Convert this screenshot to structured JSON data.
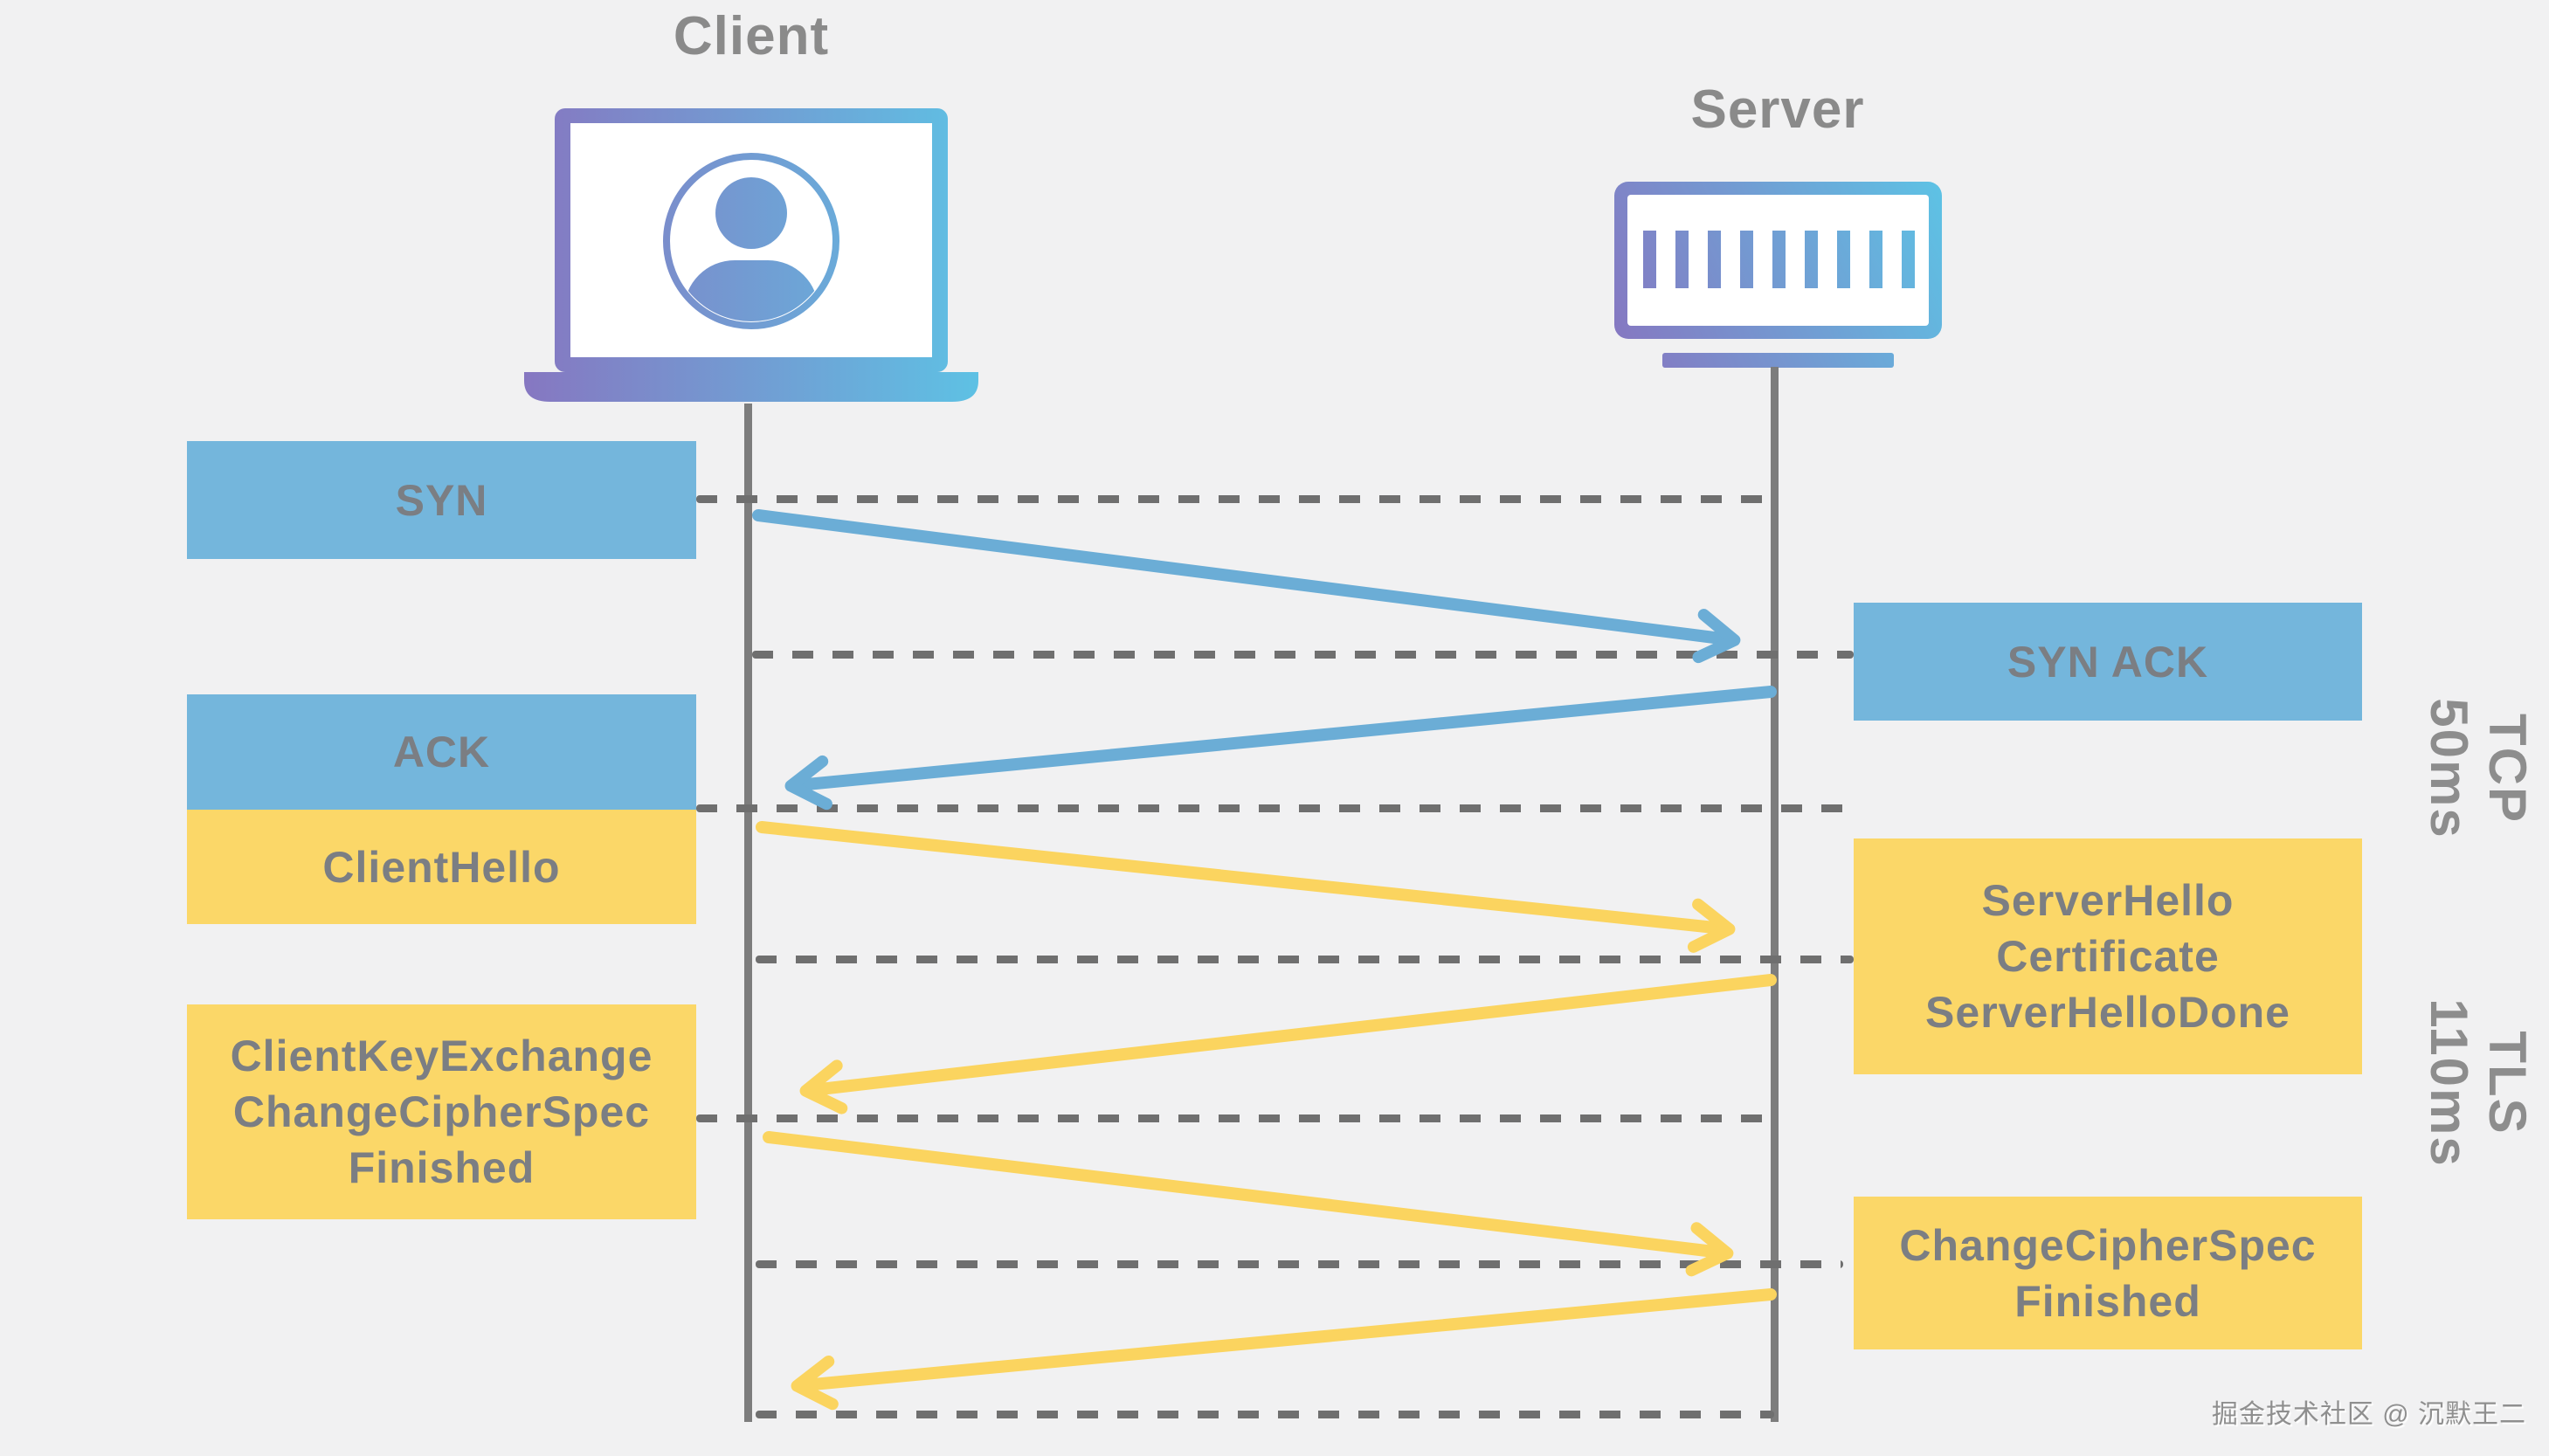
{
  "diagram": {
    "client": {
      "title": "Client",
      "icon": "laptop-user-icon"
    },
    "server": {
      "title": "Server",
      "icon": "server-rack-icon"
    },
    "left_messages": [
      {
        "id": "syn",
        "label": "SYN",
        "phase": "tcp",
        "direction": "client-to-server"
      },
      {
        "id": "ack",
        "label": "ACK",
        "phase": "tcp",
        "direction": "client-to-server"
      },
      {
        "id": "client-hello",
        "label": "ClientHello",
        "phase": "tls",
        "direction": "client-to-server"
      },
      {
        "id": "client-key-exchange",
        "label": "ClientKeyExchange\nChangeCipherSpec\nFinished",
        "phase": "tls",
        "direction": "client-to-server"
      }
    ],
    "right_messages": [
      {
        "id": "syn-ack",
        "label": "SYN ACK",
        "phase": "tcp",
        "direction": "server-to-client"
      },
      {
        "id": "server-hello",
        "label": "ServerHello\nCertificate\nServerHelloDone",
        "phase": "tls",
        "direction": "server-to-client"
      },
      {
        "id": "change-cipher-spec",
        "label": "ChangeCipherSpec\nFinished",
        "phase": "tls",
        "direction": "server-to-client"
      }
    ],
    "phases": [
      {
        "id": "tcp",
        "label": "TCP\n50ms",
        "duration_ms": 50
      },
      {
        "id": "tls",
        "label": "TLS\n110ms",
        "duration_ms": 110
      }
    ],
    "watermark": "掘金技术社区 @ 沉默王二",
    "colors": {
      "background": "#f1f1f2",
      "tcp_box": "#74b6dc",
      "tls_box": "#fbd768",
      "tcp_arrow": "#6badd6",
      "tls_arrow": "#fbd45f",
      "lifeline": "#7d7d7d",
      "dashed_line": "#6f6f6f",
      "box_text": "#7b7e83",
      "title_text": "#8a8a8a",
      "icon_gradient_start": "#8677c1",
      "icon_gradient_end": "#5ec1e4"
    }
  }
}
